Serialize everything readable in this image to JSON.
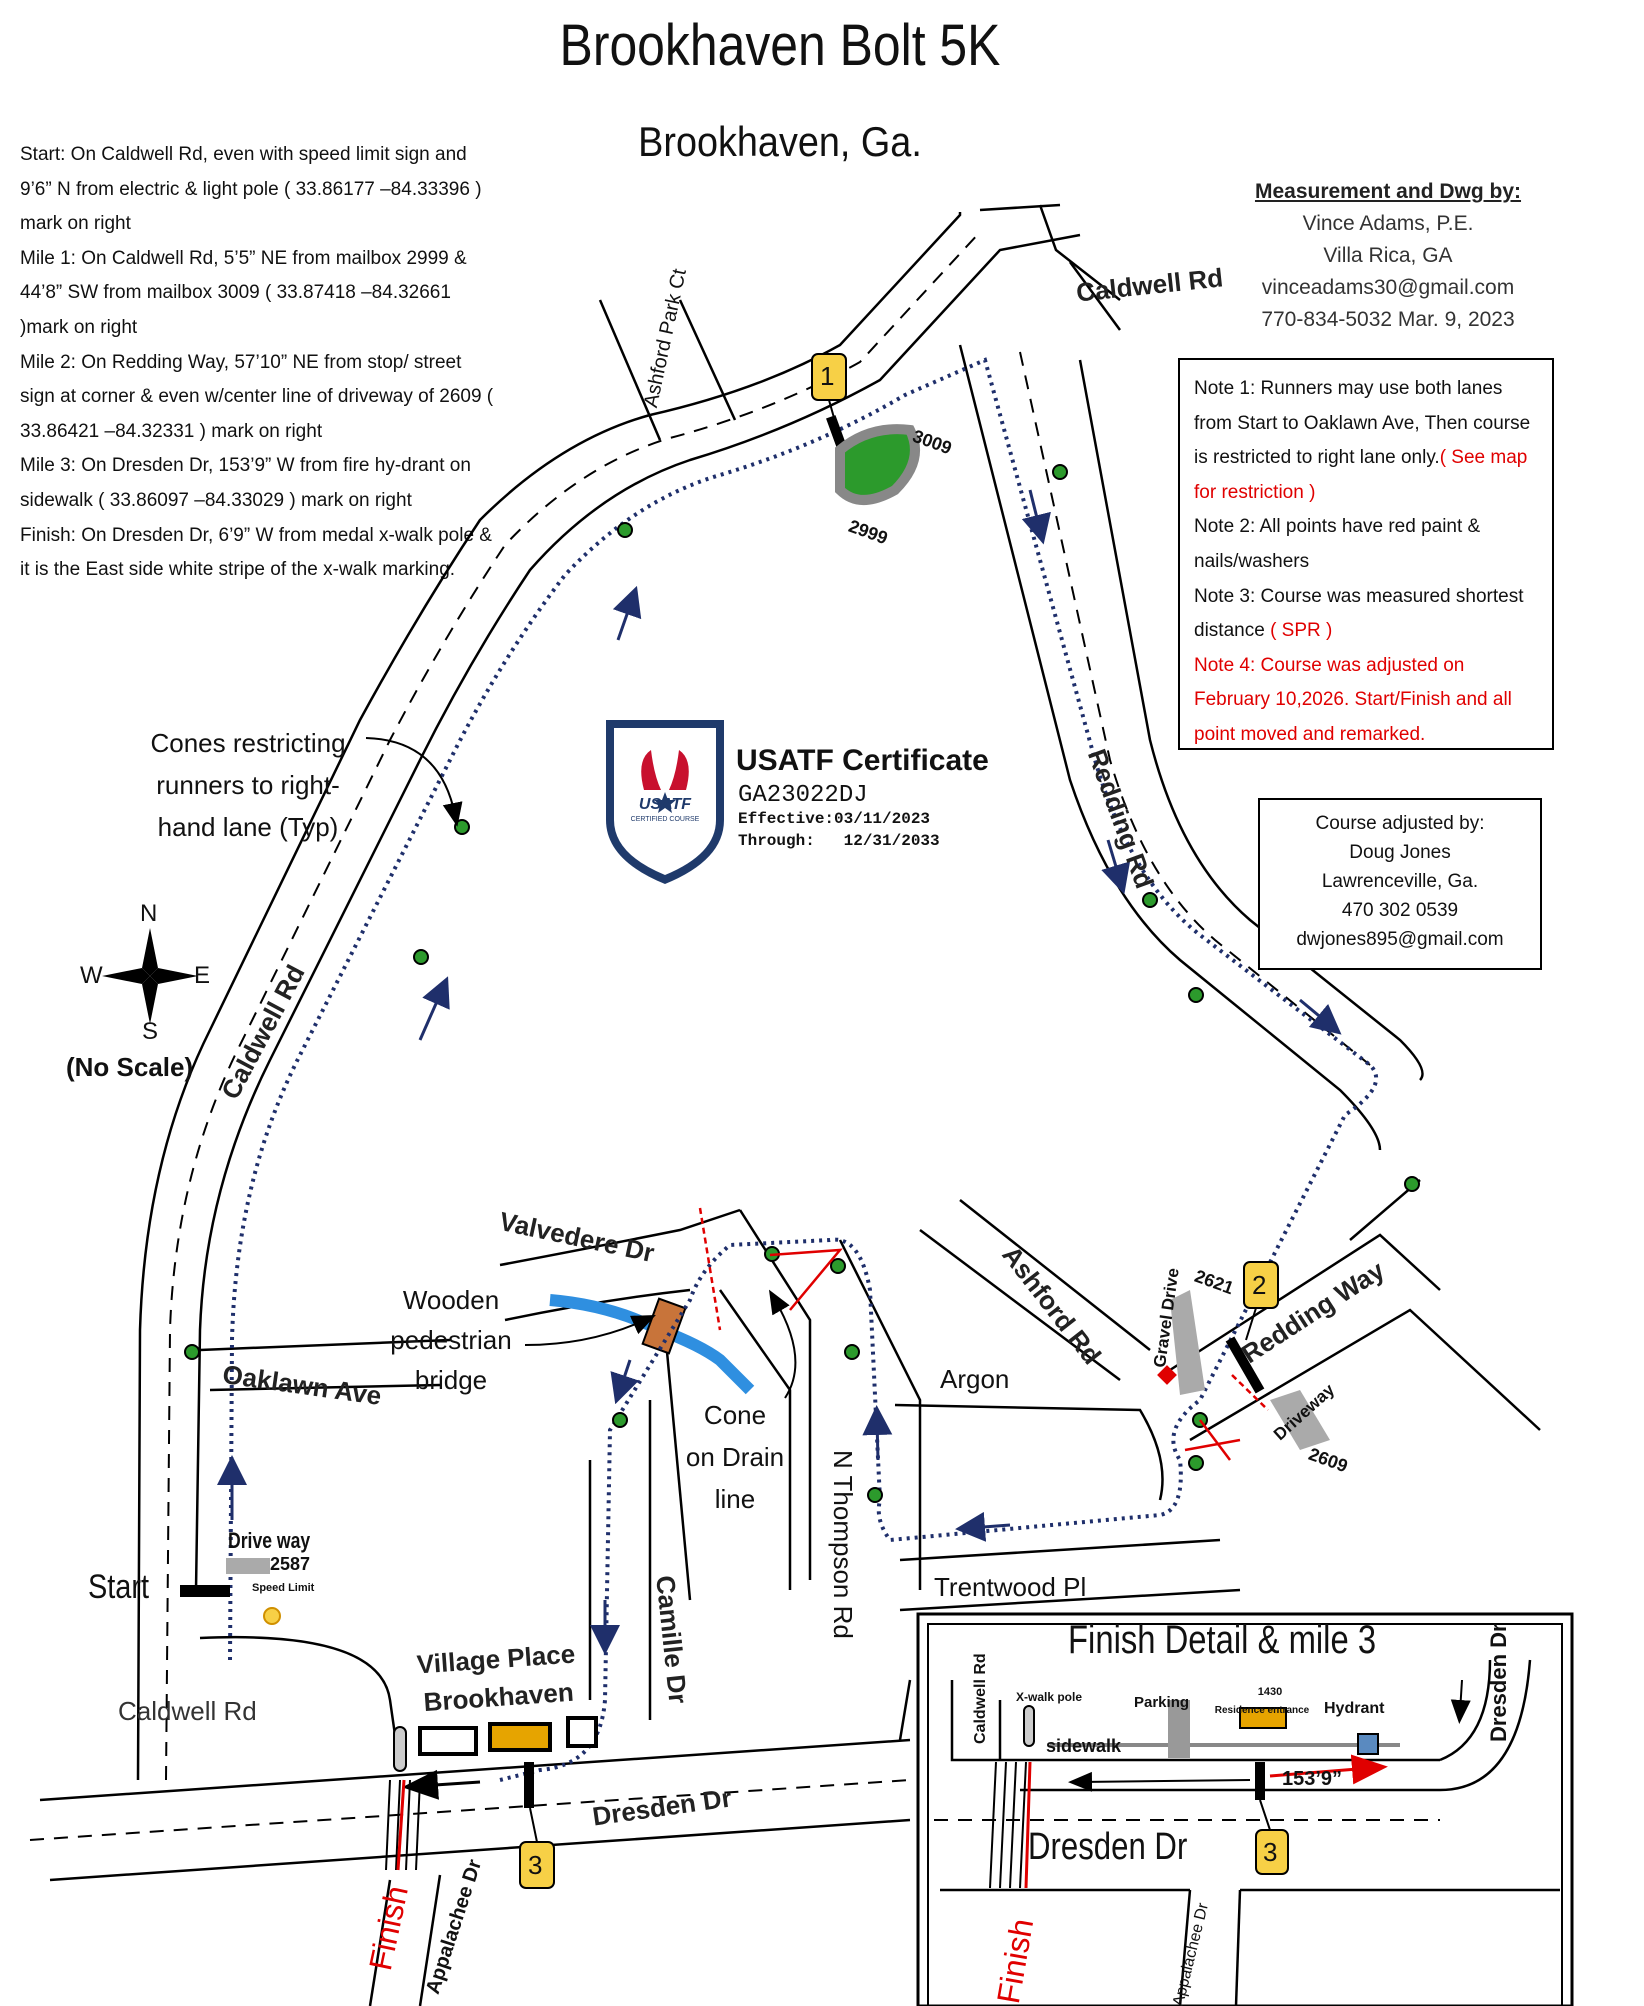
{
  "title": "Brookhaven Bolt 5K",
  "subtitle": "Brookhaven, Ga.",
  "left_notes": [
    "Start: On Caldwell Rd, even with speed limit sign and 9’6” N from electric & light pole ( 33.86177 –84.33396 ) mark on right",
    "Mile 1: On Caldwell Rd, 5’5” NE from mailbox 2999 & 44’8” SW from mailbox 3009 ( 33.87418 –84.32661 )mark on right",
    "Mile 2: On Redding Way, 57’10” NE from stop/ street sign at corner & even w/center line of driveway of 2609 ( 33.86421 –84.32331 ) mark on right",
    "Mile 3: On Dresden Dr, 153’9” W from fire hy-drant on sidewalk ( 33.86097 –84.33029 ) mark on right",
    "Finish: On Dresden Dr, 6’9” W from medal x-walk pole & it is the East side white stripe of the x-walk marking."
  ],
  "credit": {
    "heading": "Measurement and Dwg by:",
    "name": "Vince Adams, P.E.",
    "city": "Villa Rica, GA",
    "email": "vinceadams30@gmail.com",
    "phone_date": "770-834-5032   Mar. 9, 2023"
  },
  "notes_box": {
    "note1": "Note 1: Runners may use both lanes from Start to Oaklawn Ave, Then course is restricted to right lane only.",
    "note1_red": "( See map for restriction )",
    "note2": "Note 2: All points have red paint & nails/washers",
    "note3": "Note 3: Course was measured shortest distance",
    "note3_red": "( SPR )",
    "note4": "Note 4: Course was adjusted on February 10,2026. Start/Finish and all point moved and remarked."
  },
  "adjusted": {
    "heading": "Course adjusted by:",
    "name": "Doug Jones",
    "city": "Lawrenceville, Ga.",
    "phone": "470 302 0539",
    "email": "dwjones895@gmail.com"
  },
  "certificate": {
    "title": "USATF Certificate",
    "number": "GA23022DJ",
    "effective": "Effective:03/11/2023",
    "through": "Through:   12/31/2033",
    "badge_text": "USATF",
    "badge_sub": "CERTIFIED COURSE"
  },
  "compass": {
    "n": "N",
    "s": "S",
    "e": "E",
    "w": "W",
    "scale": "(No Scale)"
  },
  "labels": {
    "caldwell_rd": "Caldwell Rd",
    "redding_rd": "Redding Rd",
    "ashford_park_ct": "Ashford Park Ct",
    "valvedere_dr": "Valvedere Dr",
    "ashford_rd": "Ashford Rd",
    "redding_way": "Redding Way",
    "oaklawn_ave": "Oaklawn Ave",
    "argon": "Argon",
    "trentwood_pl": "Trentwood Pl",
    "n_thompson_rd": "N Thompson Rd",
    "camille_dr": "Camille Dr",
    "dresden_dr": "Dresden Dr",
    "appalachee_dr": "Appalachee Dr",
    "village_place": "Village Place",
    "village_place2": "Brookhaven",
    "gravel_drive": "Gravel Drive",
    "driveway": "Driveway",
    "drive_way": "Drive way",
    "start": "Start",
    "finish": "Finish",
    "speed_limit": "Speed Limit",
    "cones_1": "Cones restricting",
    "cones_2": "runners to right-",
    "cones_3": "hand lane (Typ)",
    "bridge_1": "Wooden",
    "bridge_2": "pedestrian",
    "bridge_3": "bridge",
    "cone_1": "Cone",
    "cone_2": "on Drain",
    "cone_3": "line",
    "mb_3009": "3009",
    "mb_2999": "2999",
    "mb_2621": "2621",
    "mb_2609": "2609",
    "mb_2587": "2587"
  },
  "miles": {
    "m1": "1",
    "m2": "2",
    "m3": "3"
  },
  "finish_detail": {
    "title": "Finish Detail & mile 3",
    "caldwell": "Caldwell Rd",
    "xwalk": "X-walk pole",
    "parking": "Parking",
    "residence_num": "1430",
    "residence": "Residence entrance",
    "hydrant": "Hydrant",
    "sidewalk": "sidewalk",
    "dist": "153’9”",
    "dresden": "Dresden Dr",
    "dresden_v": "Dresden Dr",
    "appalachee": "Appalachee Dr",
    "finish": "Finish",
    "mile": "3"
  },
  "colors": {
    "course": "#1f2f6b",
    "marker_fill": "#f7d046",
    "tree": "#2c9a2c",
    "water": "#2f8fe0",
    "red": "#e00000"
  }
}
